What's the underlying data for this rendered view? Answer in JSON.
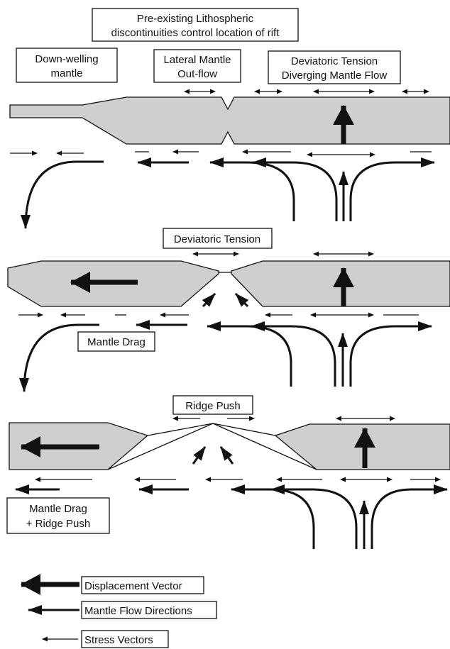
{
  "labels": {
    "title_line1": "Pre-existing Lithospheric",
    "title_line2": "discontinuities control location of rift",
    "downwelling_line1": "Down-welling",
    "downwelling_line2": "mantle",
    "lateral_line1": "Lateral Mantle",
    "lateral_line2": "Out-flow",
    "deviatoric_line1": "Deviatoric Tension",
    "deviatoric_line2": "Diverging Mantle Flow",
    "deviatoric_tension": "Deviatoric Tension",
    "mantle_drag": "Mantle Drag",
    "ridge_push": "Ridge Push",
    "drag_push_line1": "Mantle Drag",
    "drag_push_line2": "+ Ridge Push"
  },
  "legend": [
    {
      "label": "Displacement Vector",
      "icon": "thick-arrow-icon"
    },
    {
      "label": "Mantle Flow Directions",
      "icon": "medium-arrow-icon"
    },
    {
      "label": "Stress Vectors",
      "icon": "thin-arrow-icon"
    }
  ],
  "colors": {
    "plate_fill": "#cfcfcf",
    "ink": "#111111",
    "background": "#ffffff"
  }
}
